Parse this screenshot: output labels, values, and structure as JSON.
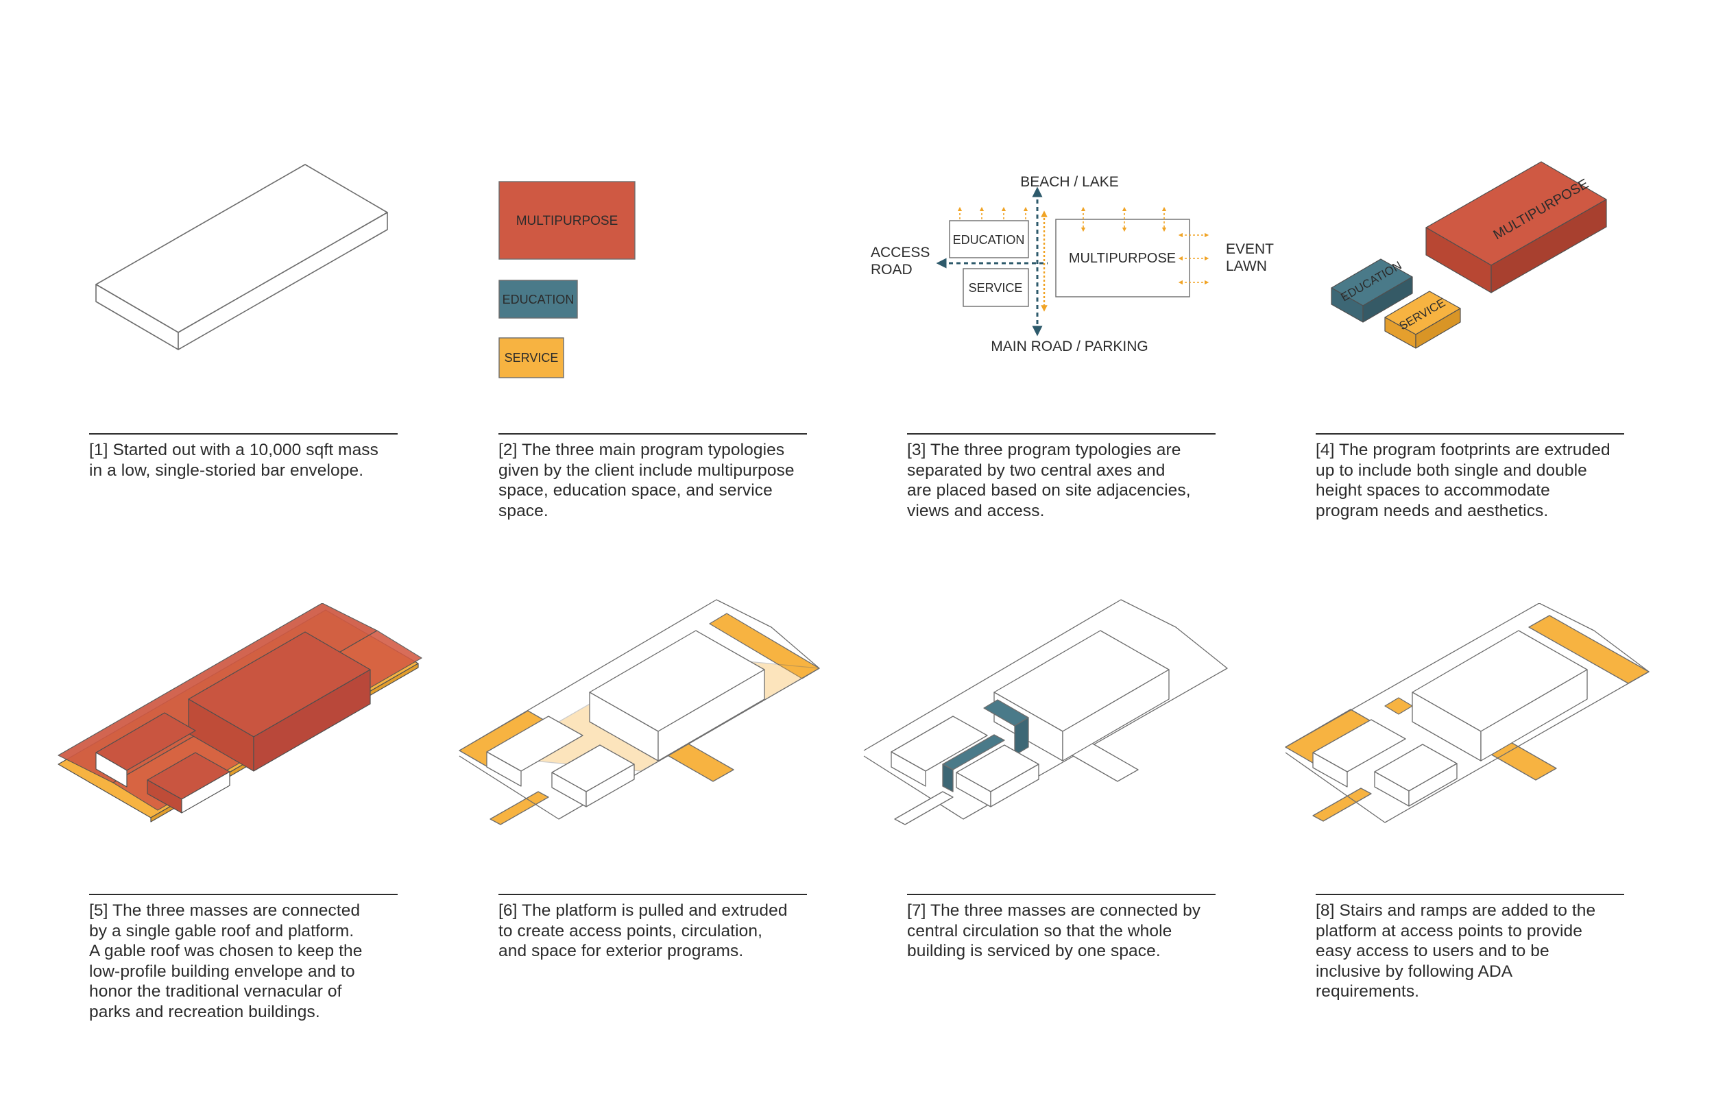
{
  "colors": {
    "multipurpose": "#cf5943",
    "education": "#4a7a89",
    "service": "#f7b341",
    "stroke": "#6d6d6d",
    "text": "#2b2b2b"
  },
  "program": {
    "multipurpose": "MULTIPURPOSE",
    "education": "EDUCATION",
    "service": "SERVICE"
  },
  "site": {
    "north": "BEACH / LAKE",
    "south": "MAIN ROAD / PARKING",
    "west_line1": "ACCESS",
    "west_line2": "ROAD",
    "east_line1": "EVENT",
    "east_line2": "LAWN"
  },
  "captions": [
    {
      "id": 1,
      "lines": [
        "[1] Started out with a 10,000 sqft mass",
        "in a low, single-storied bar envelope."
      ]
    },
    {
      "id": 2,
      "lines": [
        "[2] The three main program typologies",
        "given by the client include multipurpose",
        "space, education space, and service",
        "space."
      ]
    },
    {
      "id": 3,
      "lines": [
        "[3] The three program typologies are",
        "separated by two central axes and",
        "are placed based on site adjacencies,",
        "views and access."
      ]
    },
    {
      "id": 4,
      "lines": [
        "[4] The program footprints are extruded",
        "up to include both single and double",
        "height spaces to accommodate",
        "program needs and aesthetics."
      ]
    },
    {
      "id": 5,
      "lines": [
        "[5] The three masses are connected",
        "by a single gable roof and platform.",
        "A gable roof was chosen to keep the",
        "low-profile building envelope and to",
        "honor the traditional vernacular of",
        "parks and recreation buildings."
      ]
    },
    {
      "id": 6,
      "lines": [
        "[6] The platform is pulled and extruded",
        "to create access points, circulation,",
        "and space for exterior programs."
      ]
    },
    {
      "id": 7,
      "lines": [
        "[7] The three masses are connected by",
        "central circulation so that the whole",
        "building is serviced by one space."
      ]
    },
    {
      "id": 8,
      "lines": [
        "[8] Stairs and ramps are added to the",
        "platform at access points to provide",
        "easy access to users and to be",
        "inclusive by following ADA",
        "requirements."
      ]
    }
  ]
}
